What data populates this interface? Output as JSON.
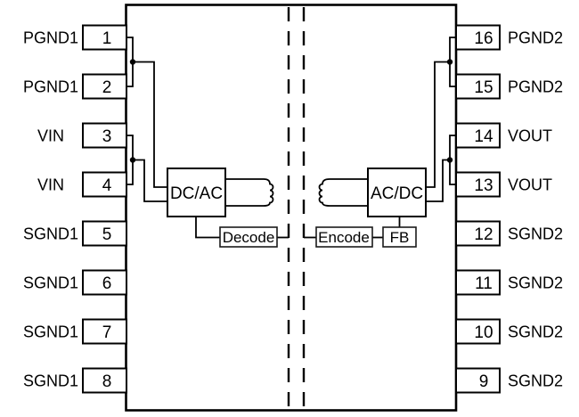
{
  "diagram": {
    "blocks": {
      "dcac": "DC/AC",
      "acdc": "AC/DC",
      "decode": "Decode",
      "encode": "Encode",
      "fb": "FB"
    },
    "pins_left": [
      {
        "num": "1",
        "label": "PGND1"
      },
      {
        "num": "2",
        "label": "PGND1"
      },
      {
        "num": "3",
        "label": "VIN"
      },
      {
        "num": "4",
        "label": "VIN"
      },
      {
        "num": "5",
        "label": "SGND1"
      },
      {
        "num": "6",
        "label": "SGND1"
      },
      {
        "num": "7",
        "label": "SGND1"
      },
      {
        "num": "8",
        "label": "SGND1"
      }
    ],
    "pins_right": [
      {
        "num": "16",
        "label": "PGND2"
      },
      {
        "num": "15",
        "label": "PGND2"
      },
      {
        "num": "14",
        "label": "VOUT"
      },
      {
        "num": "13",
        "label": "VOUT"
      },
      {
        "num": "12",
        "label": "SGND2"
      },
      {
        "num": "11",
        "label": "SGND2"
      },
      {
        "num": "10",
        "label": "SGND2"
      },
      {
        "num": "9",
        "label": "SGND2"
      }
    ],
    "colors": {
      "line": "#000000",
      "background": "#ffffff"
    }
  }
}
